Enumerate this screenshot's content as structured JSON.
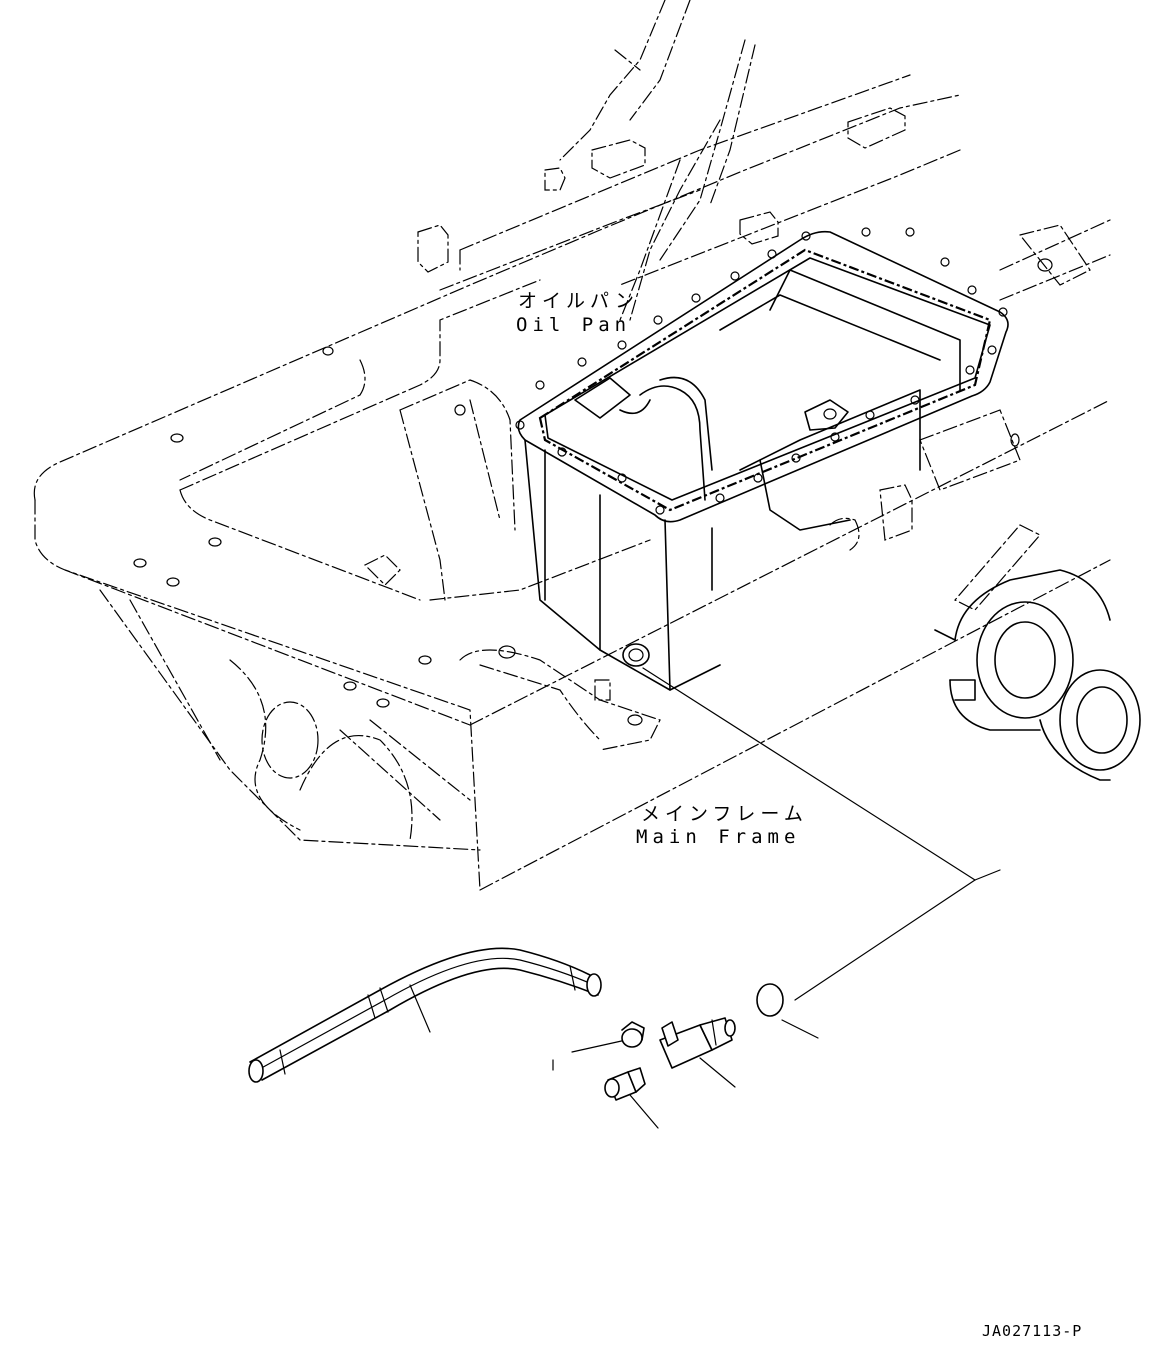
{
  "diagram": {
    "labels": {
      "oil_pan_jp": "オイルパン",
      "oil_pan_en": "Oil Pan",
      "main_frame_jp": "メインフレーム",
      "main_frame_en": "Main Frame"
    },
    "drawing_code": "JA027113-P",
    "parts": [
      "pipe",
      "clip",
      "elbow-fitting",
      "plug",
      "o-ring"
    ]
  }
}
